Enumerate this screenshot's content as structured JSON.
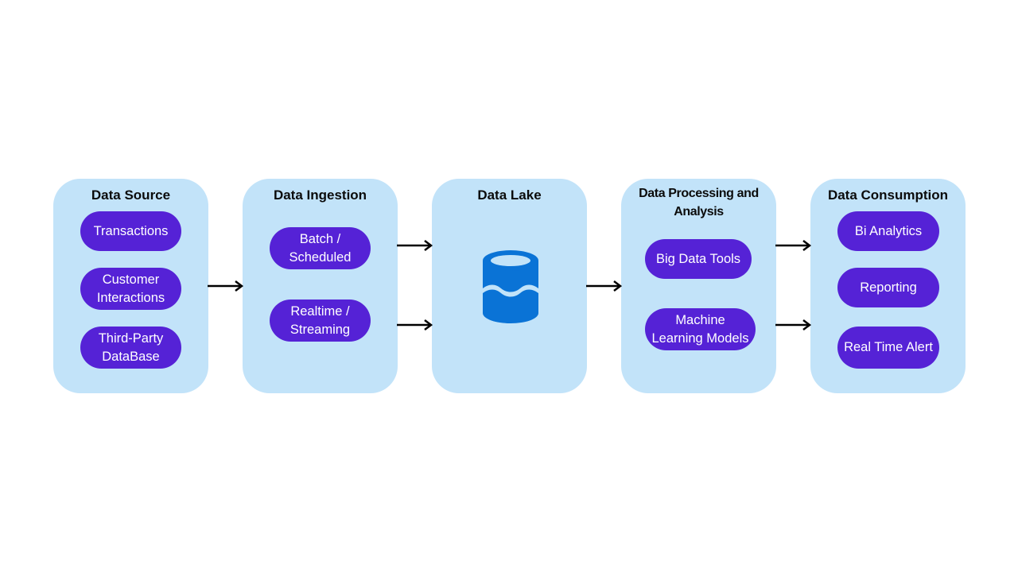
{
  "colors": {
    "panel": "#c2e3f9",
    "pill": "#5522d6",
    "pill_text": "#ffffff",
    "title_text": "#0b0b0b",
    "arrow": "#000000",
    "lake_icon": "#0a73d6",
    "lake_top": "#c2e3f9"
  },
  "panels": {
    "source": {
      "title": "Data Source",
      "items": [
        "Transactions",
        "Customer\nInteractions",
        "Third-Party\nDataBase"
      ]
    },
    "ingestion": {
      "title": "Data Ingestion",
      "items": [
        "Batch /\nScheduled",
        "Realtime /\nStreaming"
      ]
    },
    "lake": {
      "title": "Data Lake",
      "icon": "data-lake-database-icon"
    },
    "processing": {
      "title": "Data Processing and\nAnalysis",
      "items": [
        "Big Data Tools",
        "Machine\nLearning Models"
      ]
    },
    "consumption": {
      "title": "Data Consumption",
      "items": [
        "Bi Analytics",
        "Reporting",
        "Real Time Alert"
      ]
    }
  }
}
